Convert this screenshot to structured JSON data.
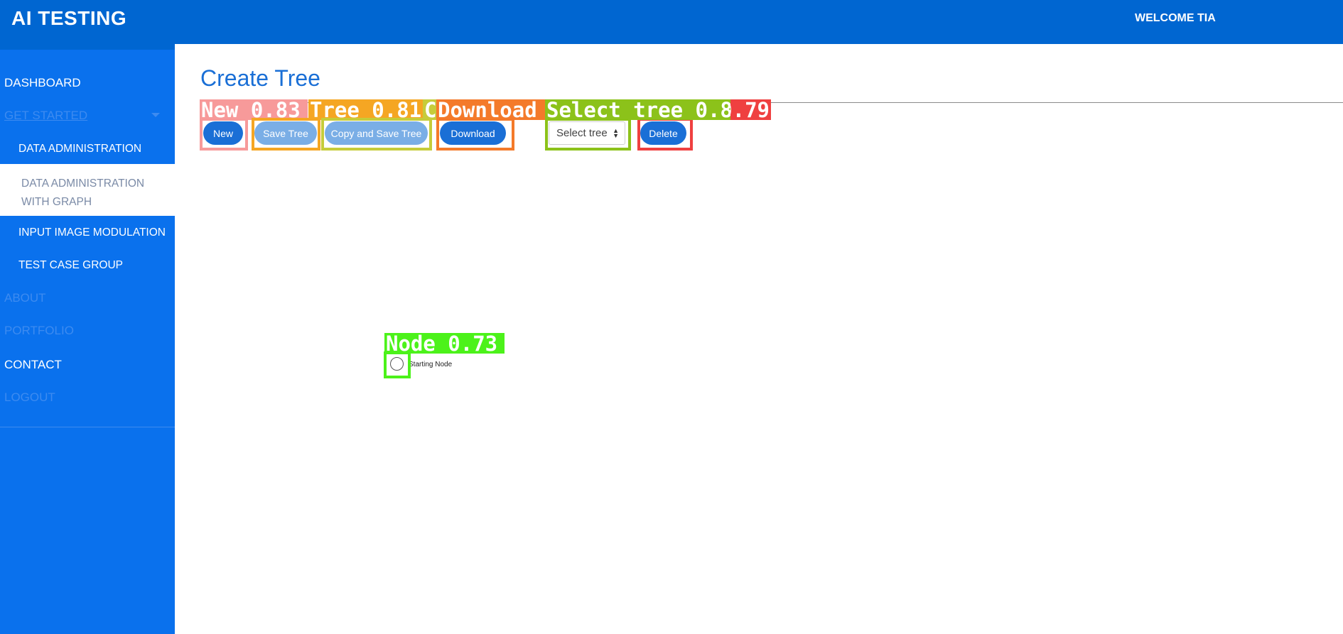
{
  "header": {
    "brand": "AI TESTING",
    "welcome": "WELCOME TIA"
  },
  "sidebar": {
    "items": [
      {
        "label": "DASHBOARD"
      },
      {
        "label": "GET STARTED"
      },
      {
        "label": "DATA ADMINISTRATION"
      },
      {
        "label": "DATA ADMINISTRATION WITH GRAPH"
      },
      {
        "label": "INPUT IMAGE MODULATION"
      },
      {
        "label": "TEST CASE GROUP"
      },
      {
        "label": "ABOUT"
      },
      {
        "label": "PORTFOLIO"
      },
      {
        "label": "CONTACT"
      },
      {
        "label": "LOGOUT"
      }
    ]
  },
  "main": {
    "title": "Create Tree",
    "buttons": {
      "new": "New",
      "save_tree": "Save Tree",
      "copy_save_tree": "Copy and Save Tree",
      "download": "Download",
      "delete": "Delete"
    },
    "select_tree": {
      "value": "Select tree"
    },
    "graph": {
      "node_label": "Starting Node"
    }
  },
  "detections": [
    {
      "label": "New 0.83",
      "color": "#f79a9a"
    },
    {
      "label": "Tree 0.81",
      "color": "#f5a623"
    },
    {
      "label": "Copy and Save Tree",
      "color": "#c6cc3a"
    },
    {
      "label": "Download",
      "color": "#f47a2a"
    },
    {
      "label": "Select tree 0.82",
      "color": "#8cc21a"
    },
    {
      "label": "Delete 0.79",
      "color": "#ef4040"
    },
    {
      "label": "Node 0.73",
      "color": "#4cf21a"
    }
  ],
  "colors": {
    "header_bg": "#0066d1",
    "sidebar_bg": "#0a71ed",
    "primary_button": "#1a6fd6",
    "disabled_button": "#7aaee6",
    "title_color": "#1a6fd6"
  }
}
